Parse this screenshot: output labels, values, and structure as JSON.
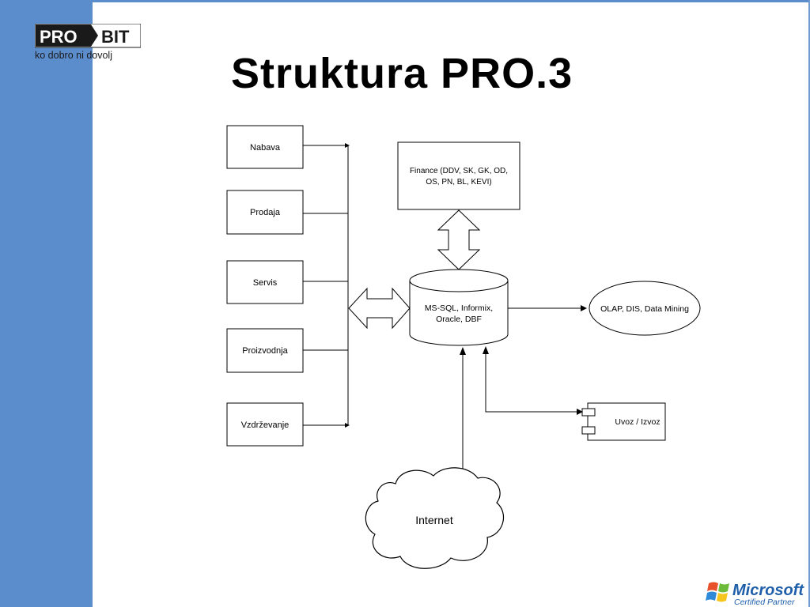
{
  "slide": {
    "title": "Struktura PRO.3"
  },
  "logo": {
    "brand_left": "PRO",
    "brand_right": "BIT",
    "tagline": "ko dobro ni dovolj"
  },
  "partner_logo": {
    "brand": "Microsoft",
    "subtitle": "Certified Partner"
  },
  "diagram": {
    "modules": [
      "Nabava",
      "Prodaja",
      "Servis",
      "Proizvodnja",
      "Vzdrževanje"
    ],
    "finance": {
      "line1": "Finance (DDV, SK, GK, OD,",
      "line2": "OS, PN, BL, KEVI)"
    },
    "database": {
      "line1": "MS-SQL, Informix,",
      "line2": "Oracle, DBF"
    },
    "analytics": "OLAP, DIS, Data Mining",
    "import_export": "Uvoz / Izvoz",
    "internet": "Internet"
  },
  "colors": {
    "sidebar": "#5b8ccb",
    "logo_dark": "#1a1a1a",
    "ms_text": "#1f5faa"
  }
}
